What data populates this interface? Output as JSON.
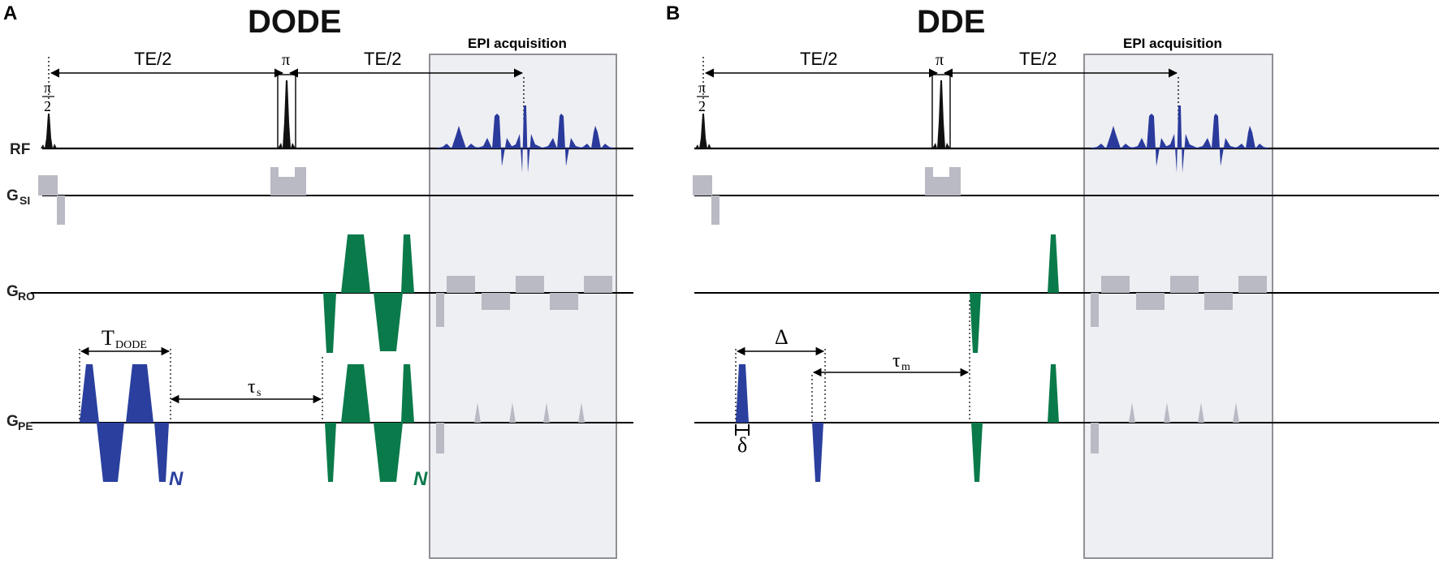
{
  "panels": [
    {
      "letter": "A",
      "title": "DODE",
      "epi_label": "EPI acquisition",
      "te_half_left": "TE/2",
      "te_half_right": "TE/2",
      "pi": "π",
      "pi_half_num": "π",
      "pi_half_den": "2",
      "row_labels": {
        "rf": "RF",
        "gsl_base": "G",
        "gsl_sub": "SI",
        "gro_base": "G",
        "gro_sub": "RO",
        "gpe_base": "G",
        "gpe_sub": "PE"
      },
      "t_dode_base": "T",
      "t_dode_sub": "DODE",
      "tau_s_base": "τ",
      "tau_s_sub": "s",
      "n_blue": "N",
      "n_green": "N"
    },
    {
      "letter": "B",
      "title": "DDE",
      "epi_label": "EPI acquisition",
      "te_half_left": "TE/2",
      "te_half_right": "TE/2",
      "pi": "π",
      "pi_half_num": "π",
      "pi_half_den": "2",
      "delta_big": "Δ",
      "delta_small": "δ",
      "tau_m_base": "τ",
      "tau_m_sub": "m"
    }
  ],
  "colors": {
    "diffusion_blue": "#2b3f9e",
    "diffusion_green": "#0b7a4a",
    "imaging_gray": "#b9bac3",
    "epi_box_fill": "#eeeff3",
    "epi_box_stroke": "#8f9096",
    "rf_pulse": "#111111",
    "echo_blue": "#2a3a9c"
  }
}
